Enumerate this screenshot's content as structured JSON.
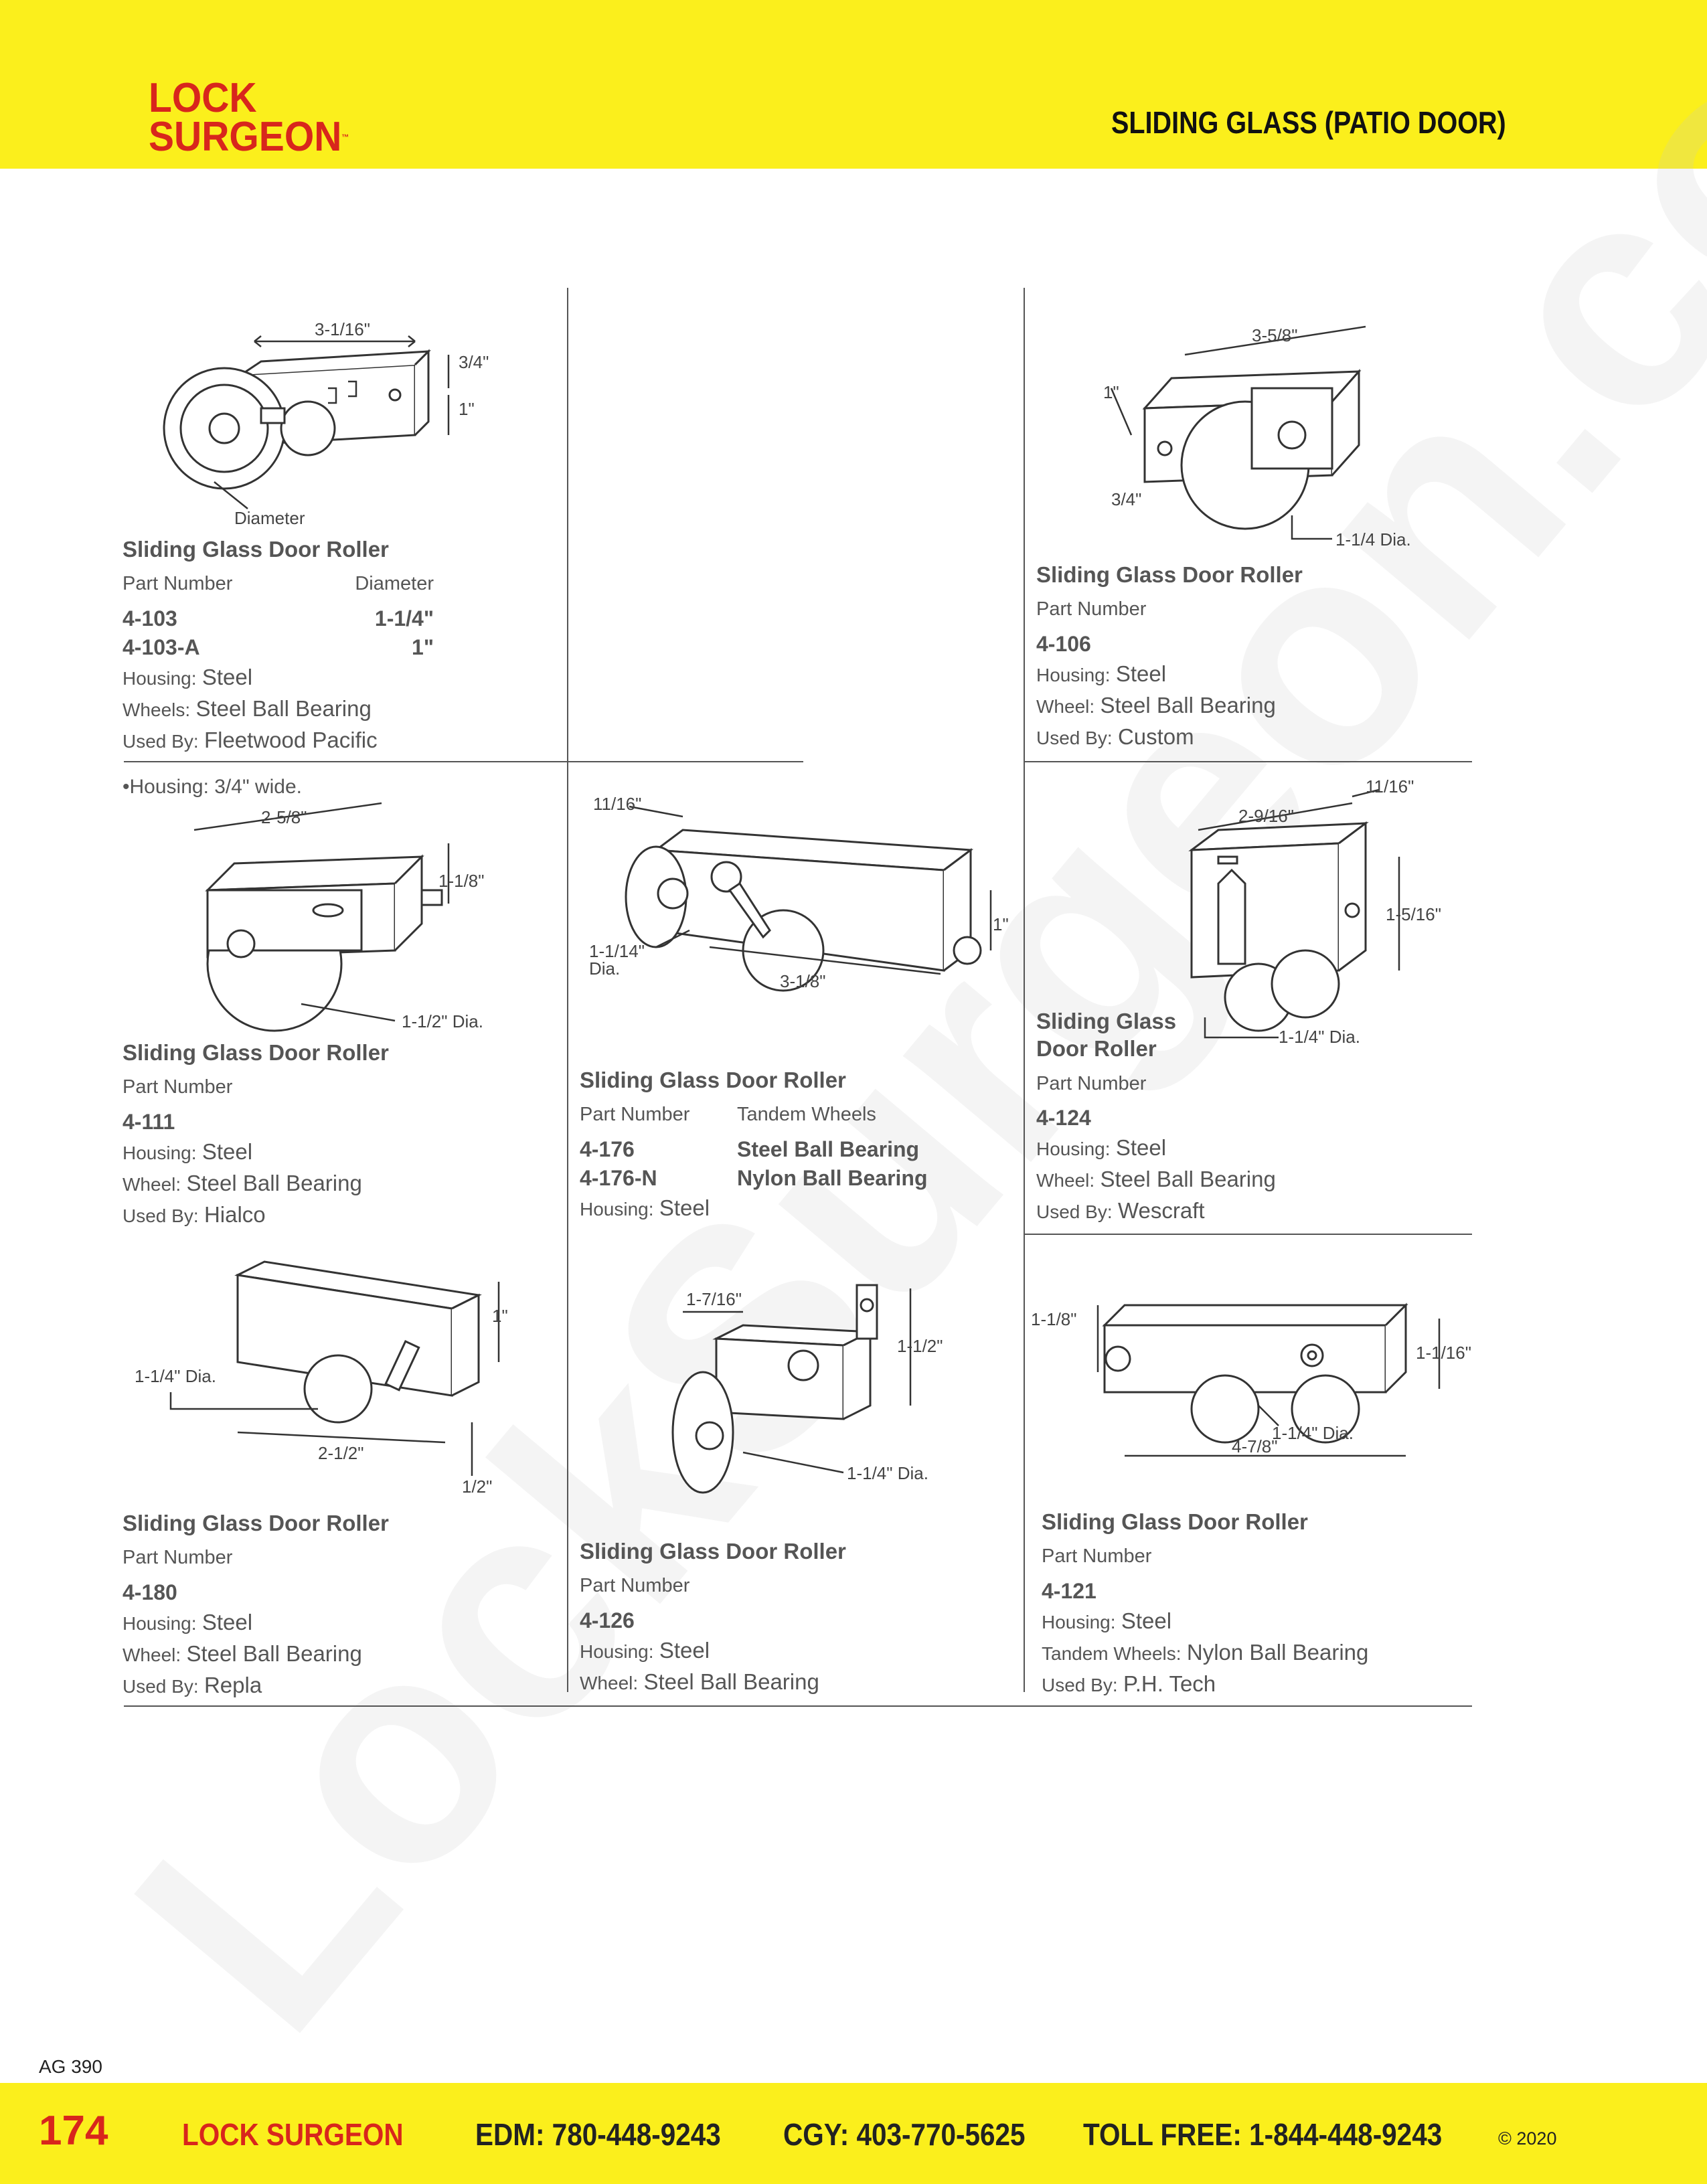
{
  "header": {
    "logo_line1": "LOCK",
    "logo_line2": "SURGEON",
    "logo_tm": "™",
    "title": "SLIDING GLASS (PATIO DOOR)"
  },
  "watermark": "LockSurgeon.com",
  "products": [
    {
      "title": "Sliding Glass Door Roller",
      "part_label": "Part Number",
      "second_col_label": "Diameter",
      "parts": [
        {
          "number": "4-103",
          "detail": "1-1/4\""
        },
        {
          "number": "4-103-A",
          "detail": "1\""
        }
      ],
      "housing_key": "Housing:",
      "housing": "Steel",
      "wheel_key": "Wheels:",
      "wheel": "Steel Ball Bearing",
      "used_key": "Used By:",
      "used": "Fleetwood Pacific",
      "dims": {
        "length": "3-1/16\"",
        "height": "3/4\"",
        "depth": "1\"",
        "wheel": "Diameter"
      }
    },
    {
      "title": "Sliding Glass Door Roller",
      "part_label": "Part Number",
      "number": "4-106",
      "housing_key": "Housing:",
      "housing": "Steel",
      "wheel_key": "Wheel:",
      "wheel": "Steel Ball Bearing",
      "used_key": "Used By:",
      "used": "Custom",
      "dims": {
        "length": "3-5/8\"",
        "height": "1\"",
        "width": "3/4\"",
        "wheel": "1-1/4 Dia."
      }
    },
    {
      "note": "•Housing: 3/4\" wide.",
      "title": "Sliding Glass Door Roller",
      "part_label": "Part Number",
      "number": "4-111",
      "housing_key": "Housing:",
      "housing": "Steel",
      "wheel_key": "Wheel:",
      "wheel": "Steel Ball Bearing",
      "used_key": "Used By:",
      "used": "Hialco",
      "dims": {
        "length": "2-5/8\"",
        "height": "1-1/8\"",
        "wheel": "1-1/2\" Dia."
      }
    },
    {
      "title": "Sliding Glass Door Roller",
      "part_label": "Part Number",
      "second_col_label": "Tandem Wheels",
      "parts": [
        {
          "number": "4-176",
          "detail": "Steel Ball Bearing"
        },
        {
          "number": "4-176-N",
          "detail": "Nylon Ball Bearing"
        }
      ],
      "housing_key": "Housing:",
      "housing": "Steel",
      "dims": {
        "width": "11/16\"",
        "height": "1\"",
        "wheel": "1-1/14\"",
        "wheel_sub": "Dia.",
        "length": "3-1/8\""
      }
    },
    {
      "title_line1": "Sliding Glass",
      "title_line2": "Door Roller",
      "part_label": "Part Number",
      "number": "4-124",
      "housing_key": "Housing:",
      "housing": "Steel",
      "wheel_key": "Wheel:",
      "wheel": "Steel Ball Bearing",
      "used_key": "Used By:",
      "used": "Wescraft",
      "dims": {
        "width": "11/16\"",
        "length": "2-9/16\"",
        "height": "1-5/16\"",
        "wheel": "1-1/4\" Dia."
      }
    },
    {
      "title": "Sliding Glass Door Roller",
      "part_label": "Part Number",
      "number": "4-180",
      "housing_key": "Housing:",
      "housing": "Steel",
      "wheel_key": "Wheel:",
      "wheel": "Steel Ball Bearing",
      "used_key": "Used By:",
      "used": "Repla",
      "dims": {
        "height": "1\"",
        "wheel": "1-1/4\" Dia.",
        "length": "2-1/2\"",
        "width": "1/2\""
      }
    },
    {
      "title": "Sliding Glass Door Roller",
      "part_label": "Part Number",
      "number": "4-126",
      "housing_key": "Housing:",
      "housing": "Steel",
      "wheel_key": "Wheel:",
      "wheel": "Steel Ball Bearing",
      "dims": {
        "length": "1-7/16\"",
        "height": "1-1/2\"",
        "wheel": "1-1/4\" Dia."
      }
    },
    {
      "title": "Sliding Glass Door Roller",
      "part_label": "Part Number",
      "number": "4-121",
      "housing_key": "Housing:",
      "housing": "Steel",
      "wheel_key": "Tandem Wheels:",
      "wheel": "Nylon Ball Bearing",
      "used_key": "Used By:",
      "used": "P.H. Tech",
      "dims": {
        "height": "1-1/8\"",
        "right_height": "1-1/16\"",
        "wheel": "1-1/4\" Dia.",
        "length": "4-7/8\""
      }
    }
  ],
  "footer": {
    "catalog_code": "AG 390",
    "page_number": "174",
    "brand": "LOCK SURGEON",
    "edm": "EDM: 780-448-9243",
    "cgy": "CGY: 403-770-5625",
    "toll_free": "TOLL FREE: 1-844-448-9243",
    "copyright": "© 2020"
  },
  "colors": {
    "band": "#fbef1c",
    "brand_red": "#d8261c"
  }
}
